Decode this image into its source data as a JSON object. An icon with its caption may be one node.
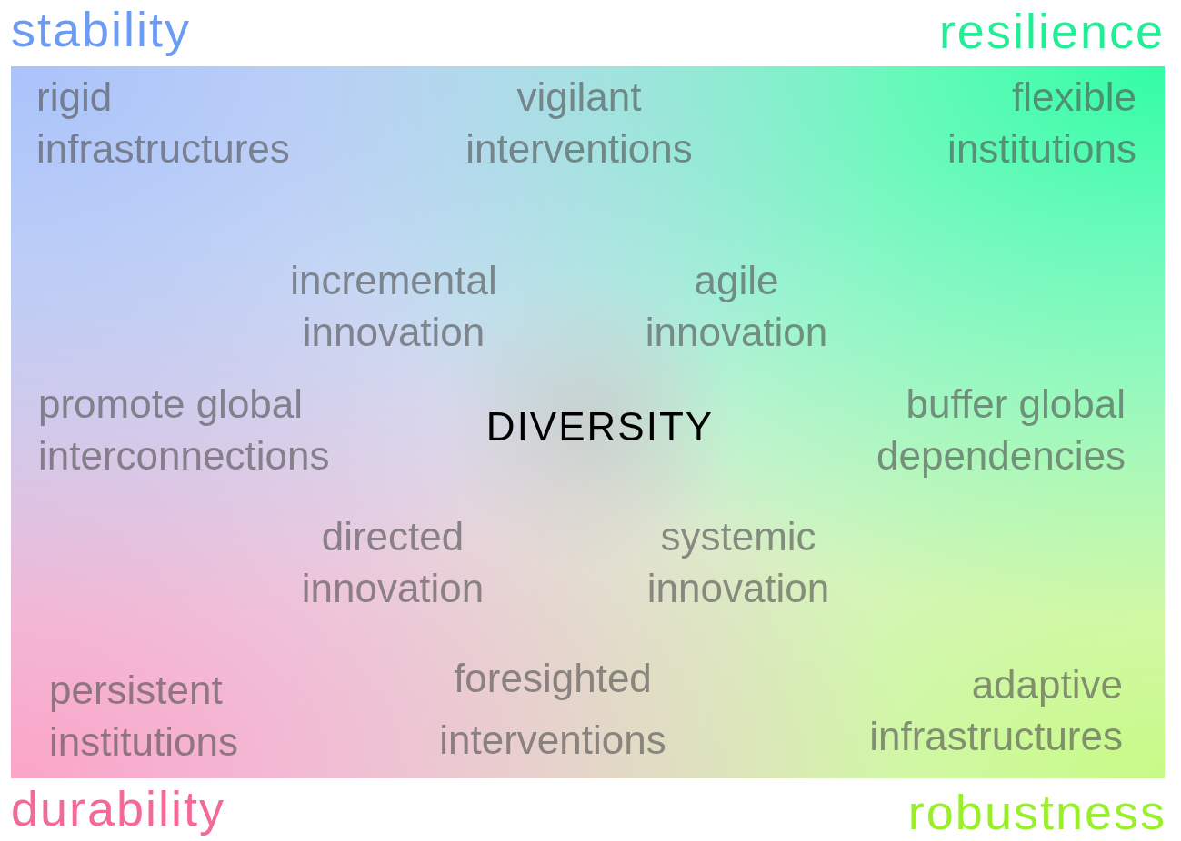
{
  "diagram": {
    "nodes": [
      {
        "text": [
          "rigid infrastructures",
          "vigilant interventions",
          "flexible institutions",
          "incremental innovation",
          "agile innovation",
          "promote global interconnections",
          "DIVERSITY",
          "buffer global dependencies",
          "directed innovation",
          "systemic innovation",
          "persistent institutions",
          "foresighted interventions",
          "adaptive infrastructures"
        ]
      }
    ],
    "labels": [
      "stability",
      "resilience",
      "durability",
      "robustness"
    ]
  }
}
